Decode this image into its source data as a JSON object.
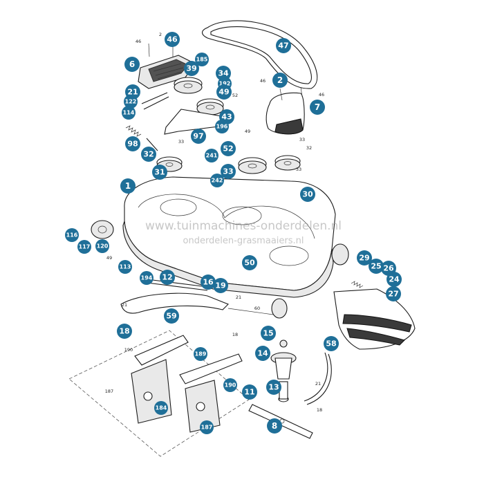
{
  "watermark": {
    "line1": "www.tuinmachines-onderdelen.nl",
    "line2": "onderdelen-grasmaaiers.nl"
  },
  "callouts": [
    {
      "id": "46",
      "label": "46"
    },
    {
      "id": "6",
      "label": "6"
    },
    {
      "id": "185",
      "label": "185"
    },
    {
      "id": "39",
      "label": "39"
    },
    {
      "id": "34",
      "label": "34"
    },
    {
      "id": "192",
      "label": "192"
    },
    {
      "id": "49",
      "label": "49"
    },
    {
      "id": "21",
      "label": "21"
    },
    {
      "id": "122",
      "label": "122"
    },
    {
      "id": "114",
      "label": "114"
    },
    {
      "id": "43",
      "label": "43"
    },
    {
      "id": "196",
      "label": "196"
    },
    {
      "id": "97",
      "label": "97"
    },
    {
      "id": "98",
      "label": "98"
    },
    {
      "id": "47",
      "label": "47"
    },
    {
      "id": "2",
      "label": "2"
    },
    {
      "id": "7",
      "label": "7"
    },
    {
      "id": "32a",
      "label": "32"
    },
    {
      "id": "31",
      "label": "31"
    },
    {
      "id": "241",
      "label": "241"
    },
    {
      "id": "52",
      "label": "52"
    },
    {
      "id": "33",
      "label": "33"
    },
    {
      "id": "242",
      "label": "242"
    },
    {
      "id": "1",
      "label": "1"
    },
    {
      "id": "30",
      "label": "30"
    },
    {
      "id": "116",
      "label": "116"
    },
    {
      "id": "117",
      "label": "117"
    },
    {
      "id": "120",
      "label": "120"
    },
    {
      "id": "113",
      "label": "113"
    },
    {
      "id": "194",
      "label": "194"
    },
    {
      "id": "12",
      "label": "12"
    },
    {
      "id": "16",
      "label": "16"
    },
    {
      "id": "19",
      "label": "19"
    },
    {
      "id": "50",
      "label": "50"
    },
    {
      "id": "29",
      "label": "29"
    },
    {
      "id": "25",
      "label": "25"
    },
    {
      "id": "26",
      "label": "26"
    },
    {
      "id": "24",
      "label": "24"
    },
    {
      "id": "27",
      "label": "27"
    },
    {
      "id": "59",
      "label": "59"
    },
    {
      "id": "18",
      "label": "18"
    },
    {
      "id": "15",
      "label": "15"
    },
    {
      "id": "14",
      "label": "14"
    },
    {
      "id": "58",
      "label": "58"
    },
    {
      "id": "189",
      "label": "189"
    },
    {
      "id": "190",
      "label": "190"
    },
    {
      "id": "13",
      "label": "13"
    },
    {
      "id": "11",
      "label": "11"
    },
    {
      "id": "184",
      "label": "184"
    },
    {
      "id": "187",
      "label": "187"
    },
    {
      "id": "8",
      "label": "8"
    }
  ],
  "small_labels": [
    {
      "id": "s2a",
      "label": "2"
    },
    {
      "id": "s46a",
      "label": "46"
    },
    {
      "id": "s46b",
      "label": "46"
    },
    {
      "id": "s46c",
      "label": "46"
    },
    {
      "id": "s52",
      "label": "52"
    },
    {
      "id": "s33a",
      "label": "33"
    },
    {
      "id": "s49a",
      "label": "49"
    },
    {
      "id": "s33b",
      "label": "33"
    },
    {
      "id": "s32",
      "label": "32"
    },
    {
      "id": "s33c",
      "label": "33"
    },
    {
      "id": "s49b",
      "label": "49"
    },
    {
      "id": "s21a",
      "label": "21"
    },
    {
      "id": "s21b",
      "label": "21"
    },
    {
      "id": "s60",
      "label": "60"
    },
    {
      "id": "s18a",
      "label": "18"
    },
    {
      "id": "s190",
      "label": "190"
    },
    {
      "id": "s187",
      "label": "187"
    },
    {
      "id": "s21c",
      "label": "21"
    },
    {
      "id": "s18b",
      "label": "18"
    }
  ]
}
